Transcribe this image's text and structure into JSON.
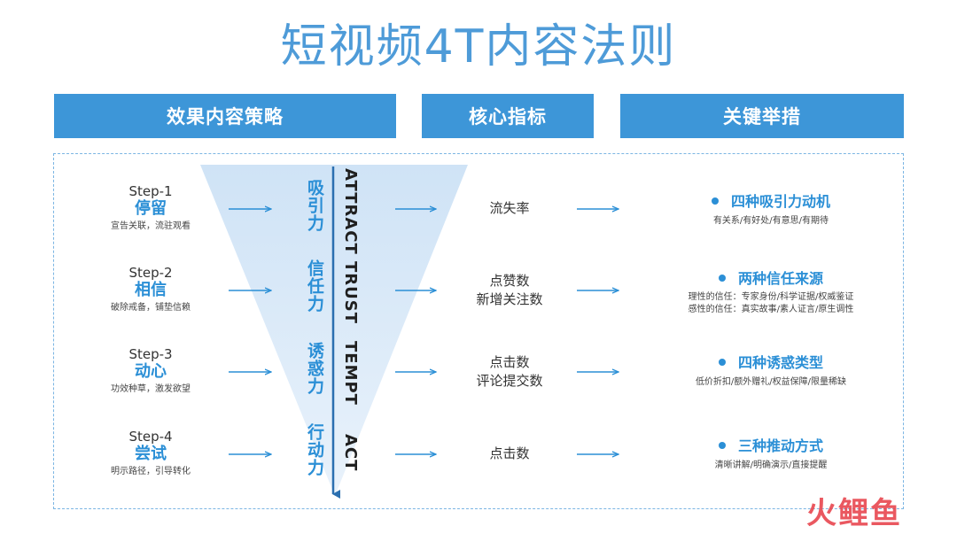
{
  "title": "短视频4T内容法则",
  "headers": [
    "效果内容策略",
    "核心指标",
    "关键举措"
  ],
  "steps": [
    {
      "label": "Step-1",
      "name": "停留",
      "desc": "宣告关联，流驻观看"
    },
    {
      "label": "Step-2",
      "name": "相信",
      "desc": "破除戒备，铺垫信赖"
    },
    {
      "label": "Step-3",
      "name": "动心",
      "desc": "功效种草，激发欲望"
    },
    {
      "label": "Step-4",
      "name": "尝试",
      "desc": "明示路径，引导转化"
    }
  ],
  "forces": [
    "吸引力",
    "信任力",
    "诱惑力",
    "行动力"
  ],
  "forces_en": [
    "ATTRACT",
    "TRUST",
    "TEMPT",
    "ACT"
  ],
  "metrics": [
    {
      "lines": [
        "流失率"
      ]
    },
    {
      "lines": [
        "点赞数",
        "新增关注数"
      ]
    },
    {
      "lines": [
        "点击数",
        "评论提交数"
      ]
    },
    {
      "lines": [
        "点击数"
      ]
    }
  ],
  "actions": [
    {
      "title": "四种吸引力动机",
      "desc": [
        "有关系/有好处/有意思/有期待"
      ]
    },
    {
      "title": "两种信任来源",
      "desc": [
        "理性的信任：专家身份/科学证据/权威鉴证",
        "感性的信任：真实故事/素人证言/原生调性"
      ]
    },
    {
      "title": "四种诱惑类型",
      "desc": [
        "低价折扣/额外赠礼/权益保障/限量稀缺"
      ]
    },
    {
      "title": "三种推动方式",
      "desc": [
        "清晰讲解/明确演示/直接提醒"
      ]
    }
  ],
  "logo": "火鲤鱼",
  "colors": {
    "accent": "#3d96d8",
    "funnel": "#d6e8f7",
    "logo": "#e8474f"
  }
}
